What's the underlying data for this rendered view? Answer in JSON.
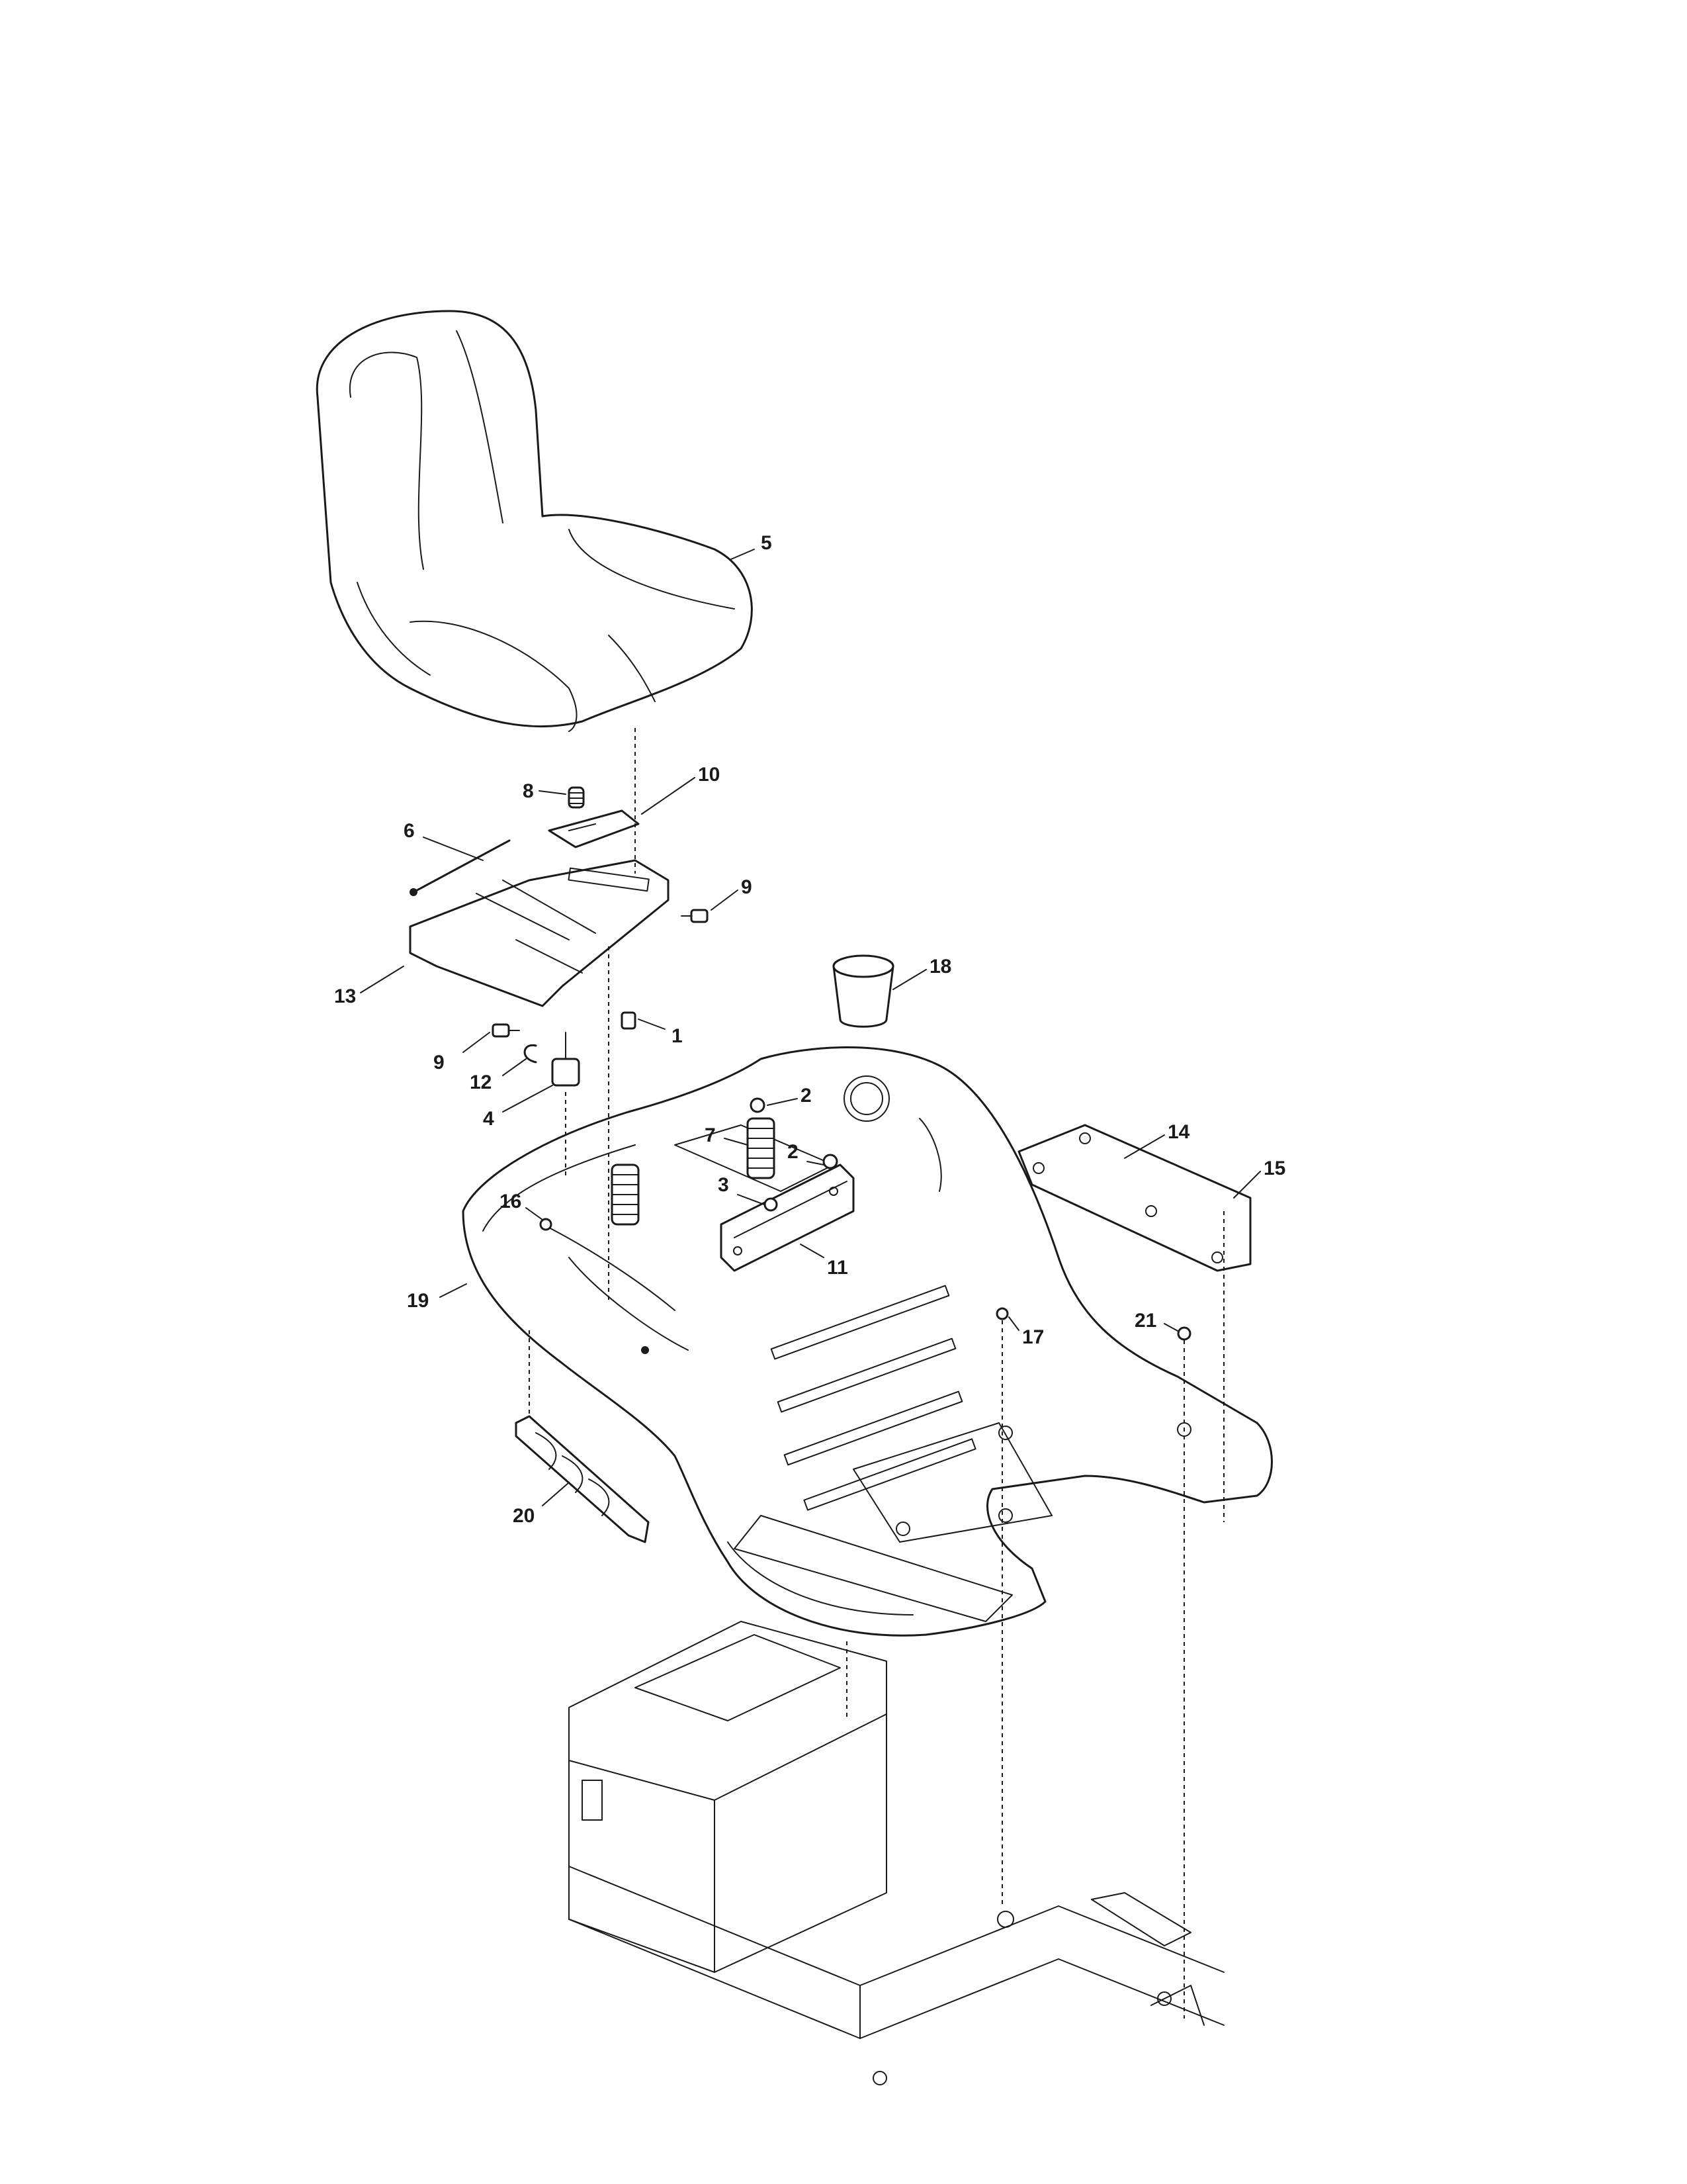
{
  "callouts": {
    "c1": "1",
    "c2a": "2",
    "c2b": "2",
    "c3": "3",
    "c4": "4",
    "c5": "5",
    "c6": "6",
    "c7": "7",
    "c8": "8",
    "c9a": "9",
    "c9b": "9",
    "c10": "10",
    "c11": "11",
    "c12": "12",
    "c13": "13",
    "c14": "14",
    "c15": "15",
    "c16": "16",
    "c17": "17",
    "c18": "18",
    "c19": "19",
    "c20": "20",
    "c21": "21"
  }
}
